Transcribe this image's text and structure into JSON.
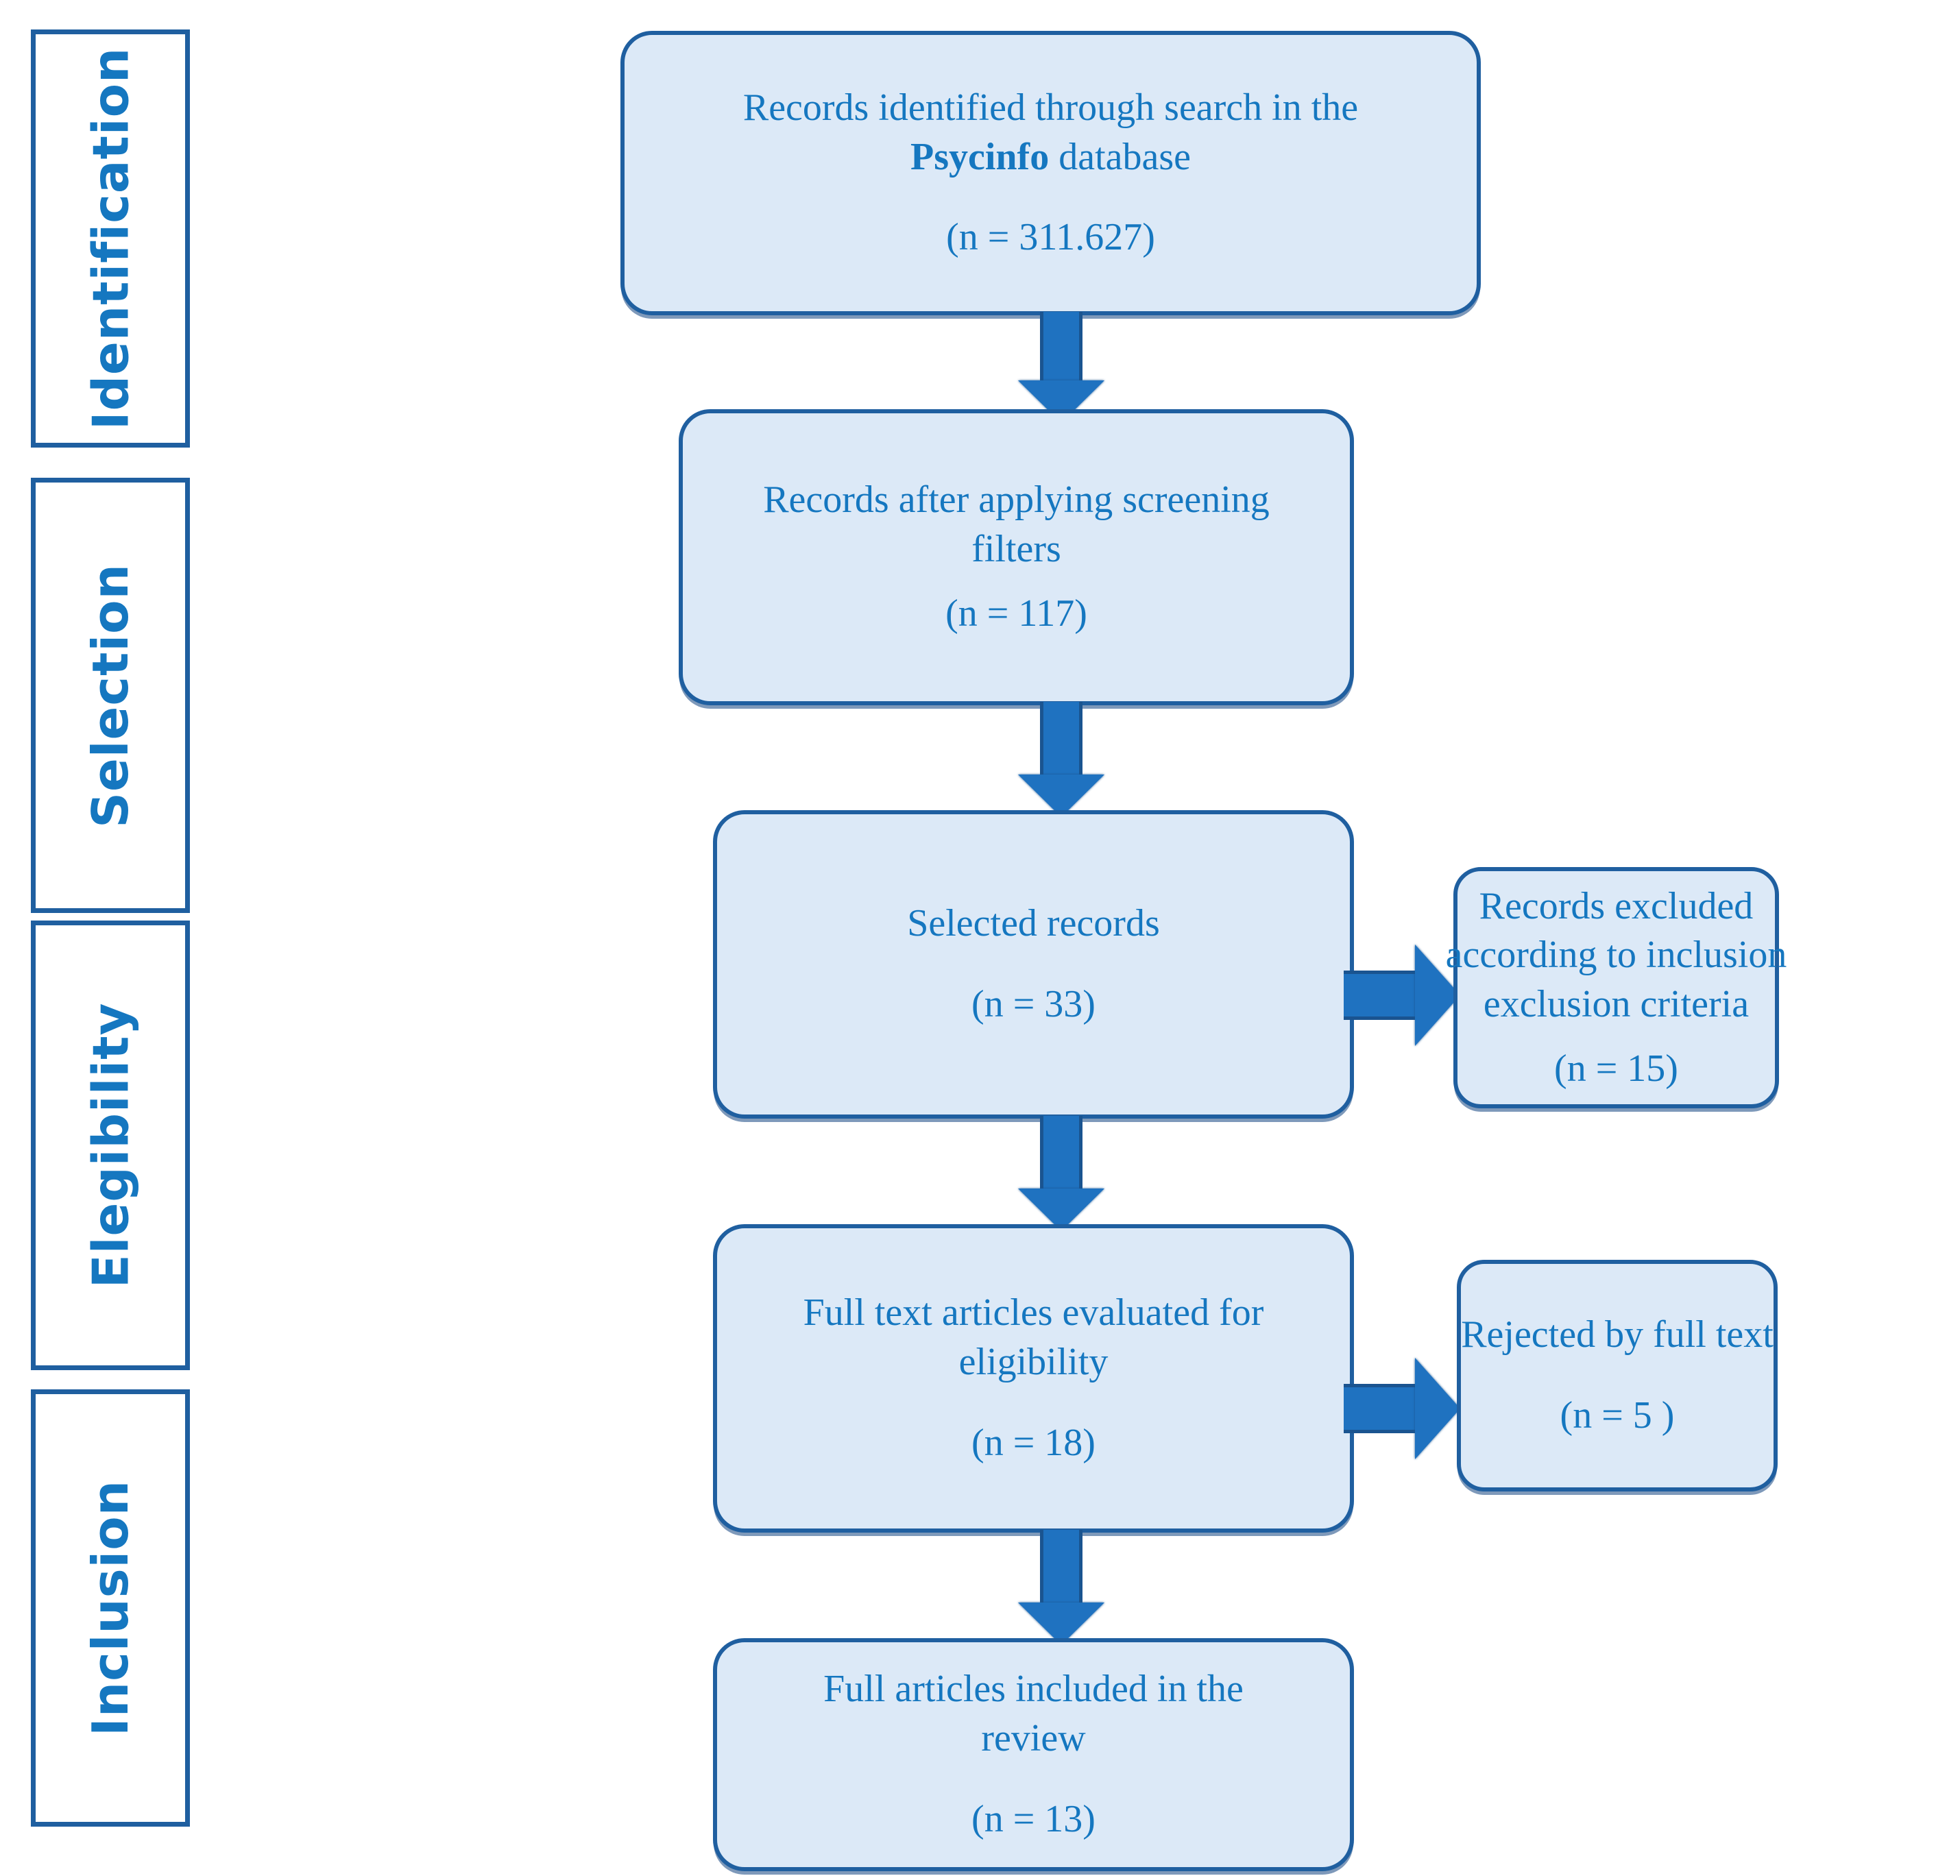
{
  "diagram": {
    "title": "PRISMA flow diagram of study selection",
    "colors": {
      "box_fill": "#dce9f7",
      "box_border": "#1f5fa0",
      "text_blue": "#1577c0",
      "arrow_fill": "#1f72c0",
      "arrow_outline": "#1a5490",
      "stage_border": "#1f5fa0",
      "background": "#ffffff"
    }
  },
  "stages": [
    {
      "label": "Identification"
    },
    {
      "label": "Selection"
    },
    {
      "label": "Elegibility"
    },
    {
      "label": "Inclusion"
    }
  ],
  "nodes": {
    "identified": {
      "line1_a": "Records identified through search in the",
      "line2_bold": "Psycinfo",
      "line2_b": " database",
      "count": "(n = 311.627)",
      "n": 311627
    },
    "after_filters": {
      "line1": "Records after applying screening",
      "line2": "filters",
      "count": "(n = 117)",
      "n": 117
    },
    "selected": {
      "line1": "Selected records",
      "count": "(n = 33)",
      "n": 33
    },
    "excluded_criteria": {
      "line1": "Records excluded",
      "line2": "according to inclusion",
      "line3": "exclusion criteria",
      "count": "(n = 15)",
      "n": 15
    },
    "full_text_eval": {
      "line1": "Full text articles evaluated for",
      "line2": "eligibility",
      "count": "(n = 18)",
      "n": 18
    },
    "rejected_full_text": {
      "line1": "Rejected by full text",
      "count": "(n = 5 )",
      "n": 5
    },
    "included": {
      "line1": "Full articles included in the",
      "line2": "review",
      "count": "(n = 13)",
      "n": 13
    }
  },
  "arrows": [
    {
      "name": "identified-to-after-filters",
      "direction": "down"
    },
    {
      "name": "after-filters-to-selected",
      "direction": "down"
    },
    {
      "name": "selected-to-excluded",
      "direction": "right"
    },
    {
      "name": "selected-to-full-text",
      "direction": "down"
    },
    {
      "name": "full-text-to-rejected",
      "direction": "right"
    },
    {
      "name": "full-text-to-included",
      "direction": "down"
    }
  ]
}
